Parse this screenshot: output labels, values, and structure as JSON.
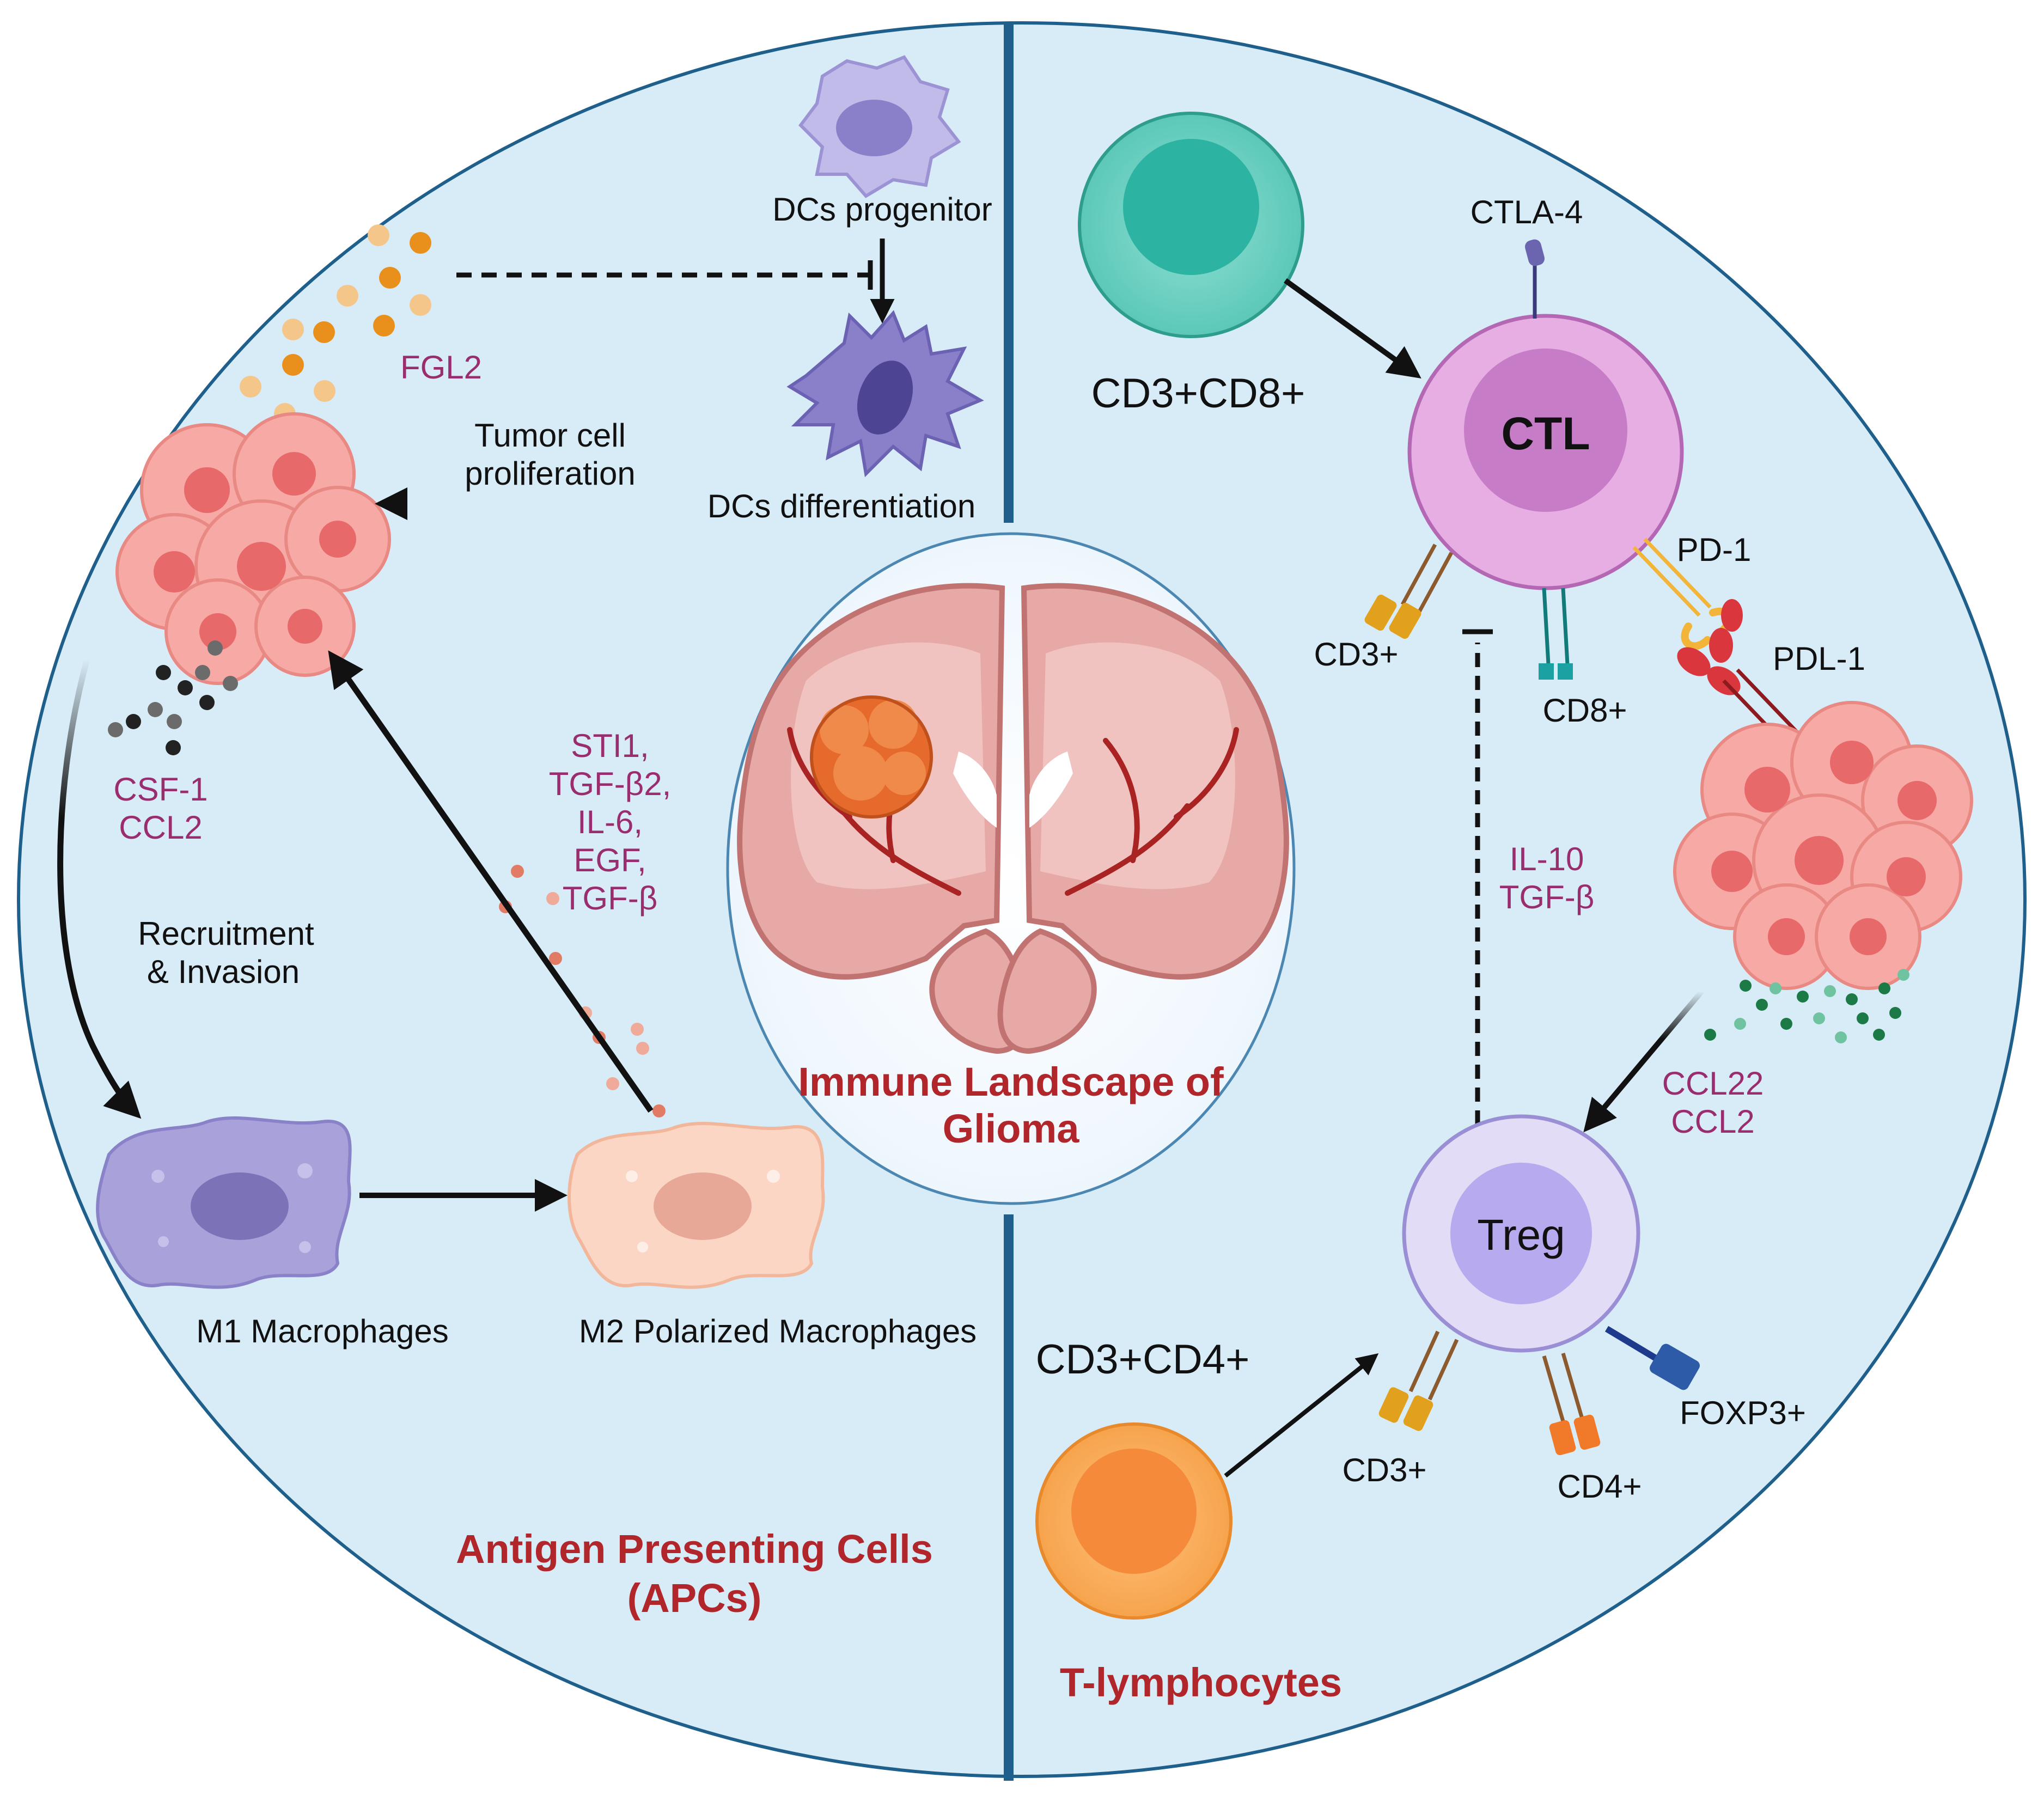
{
  "center": {
    "title_line1": "Immune Landscape of",
    "title_line2": "Glioma"
  },
  "apc_panel": {
    "title_line1": "Antigen Presenting Cells",
    "title_line2": "(APCs)",
    "dc_progenitor": "DCs progenitor",
    "dc_differentiation": "DCs differentiation",
    "fgl2": "FGL2",
    "tumor_prolif_line1": "Tumor cell",
    "tumor_prolif_line2": "proliferation",
    "csf1": "CSF-1",
    "ccl2": "CCL2",
    "recruitment_line1": "Recruitment",
    "recruitment_line2": "& Invasion",
    "m1_label": "M1 Macrophages",
    "m2_label": "M2 Polarized Macrophages",
    "m2_factors": [
      "STI1,",
      "TGF-β2,",
      "IL-6,",
      "EGF,",
      "TGF-β"
    ]
  },
  "t_panel": {
    "title": "T-lymphocytes",
    "cd3cd8": "CD3+CD8+",
    "cd3cd4": "CD3+CD4+",
    "ctl": "CTL",
    "ctla4": "CTLA-4",
    "pd1": "PD-1",
    "pdl1": "PDL-1",
    "ctl_cd3": "CD3+",
    "ctl_cd8": "CD8+",
    "il10": "IL-10",
    "tgfb": "TGF-β",
    "ccl22": "CCL22",
    "ccl2": "CCL2",
    "treg": "Treg",
    "treg_cd3": "CD3+",
    "treg_cd4": "CD4+",
    "foxp3": "FOXP3+"
  },
  "colors": {
    "background": "#d8ecf8",
    "divider": "#1f5f8b",
    "title_red": "#b0262b",
    "cytokine_purple": "#9a2d6e"
  }
}
